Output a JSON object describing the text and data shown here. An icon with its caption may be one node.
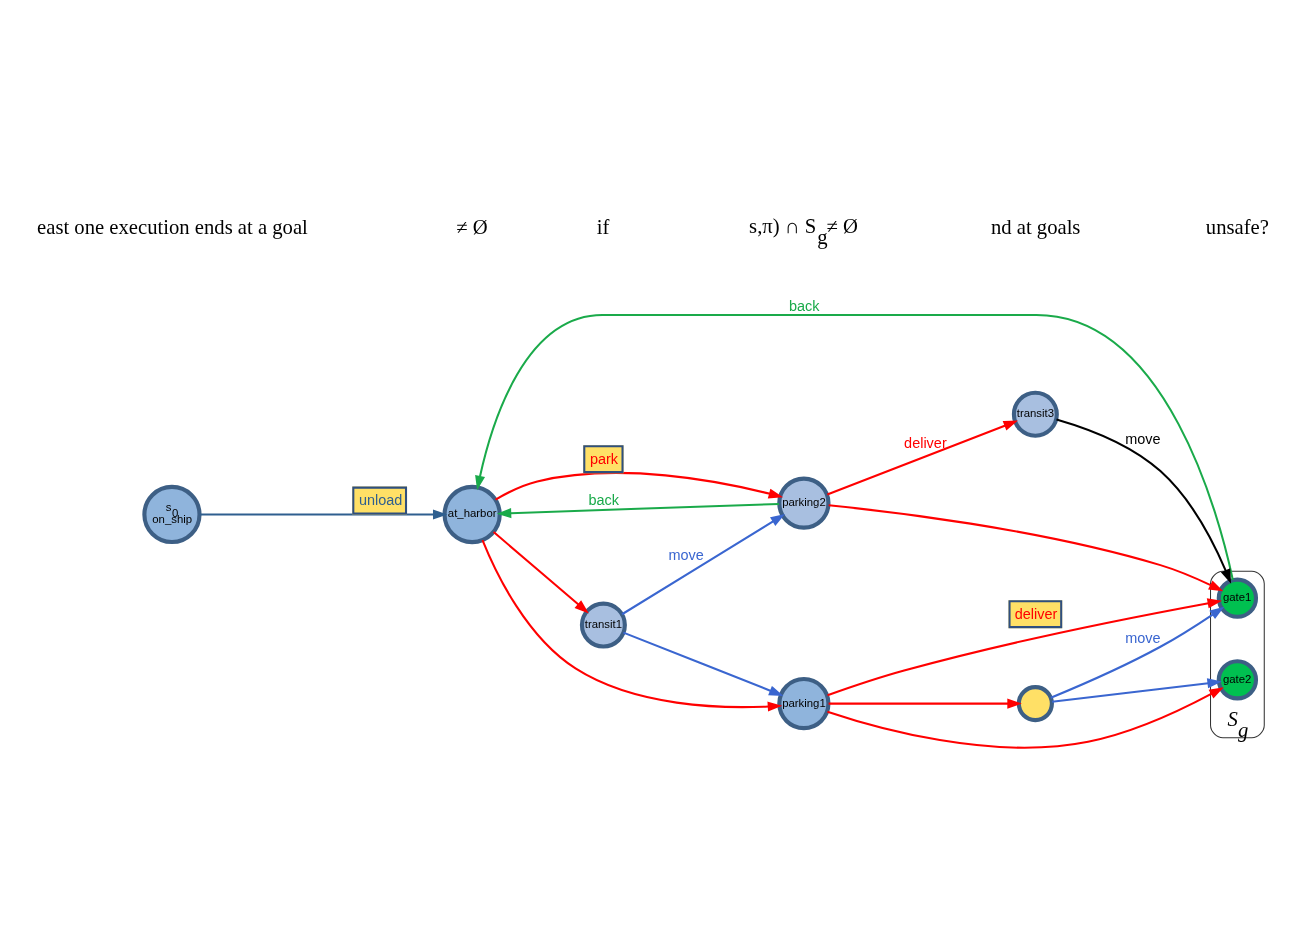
{
  "diagram": {
    "nodes": [
      {
        "text": [
          "s$_{0}$",
          "on_ship"
        ]
      },
      {
        "text": [
          "at_harbor"
        ]
      },
      {
        "text": [
          "parking2"
        ]
      },
      {
        "text": [
          "parking1"
        ]
      },
      {
        "text": [
          "transit1"
        ]
      },
      {
        "text": [
          "S$_{g}$"
        ]
      },
      {
        "text": [
          "gate1"
        ],
        "in": 5
      },
      {
        "text": [
          "gate2"
        ],
        "in": 5
      },
      {
        "text": [
          "transit3"
        ]
      },
      {
        "text": [],
        "shape": "circle"
      }
    ],
    "edges": [
      {
        "from": 0,
        "to": 1,
        "arrow": "to",
        "label": "unload",
        "color": "#2f5f8f"
      },
      {
        "from": 1,
        "to": 2,
        "arrow": "to",
        "label": "park"
      },
      {
        "from": 1,
        "to": 3,
        "arrow": "to"
      },
      {
        "from": 1,
        "to": 4,
        "arrow": "to"
      },
      {
        "from": 2,
        "to": 1,
        "arrow": "to",
        "label": "back",
        "color": "#1aaa4a"
      },
      {
        "from": 6,
        "to": 1,
        "arrow": "to",
        "label": "back",
        "color": "#1aaa4a"
      },
      {
        "from": 2,
        "to": 8,
        "arrow": "to",
        "label": "deliver"
      },
      {
        "from": 2,
        "to": 6,
        "arrow": "to"
      },
      {
        "from": 3,
        "to": 6,
        "arrow": "to",
        "label": "deliver"
      },
      {
        "from": 3,
        "to": 7,
        "arrow": "to"
      },
      {
        "from": 3,
        "to": 9,
        "arrow": "to"
      },
      {
        "from": 4,
        "to": 2,
        "arrow": "to",
        "label": "move",
        "color": "#3a66d0"
      },
      {
        "from": 4,
        "to": 3,
        "arrow": "to",
        "color": "#3a66d0"
      },
      {
        "from": 9,
        "to": 6,
        "arrow": "to",
        "label": "move",
        "color": "#3a66d0"
      },
      {
        "from": 9,
        "to": 7,
        "arrow": "to",
        "color": "#3a66d0"
      },
      {
        "from": 8,
        "to": 6,
        "arrow": "to",
        "label": "move",
        "color": "#000000"
      }
    ],
    "labels": [
      "east one execution ends at a goal",
      "≠ Ø",
      "if",
      "s,π) ∩ S$_{g}$≠ Ø",
      "nd at goals",
      "unsafe?"
    ]
  }
}
